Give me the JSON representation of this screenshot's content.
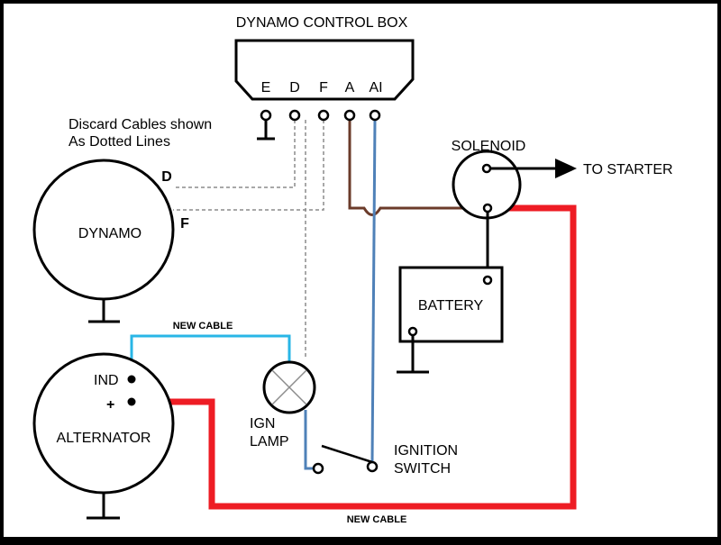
{
  "title": "DYNAMO CONTROL BOX",
  "terminals": [
    "E",
    "D",
    "F",
    "A",
    "AI"
  ],
  "note_line1": "Discard Cables shown",
  "note_line2": "As Dotted Lines",
  "dynamo": {
    "label": "DYNAMO",
    "term_d": "D",
    "term_f": "F"
  },
  "solenoid": {
    "label": "SOLENOID"
  },
  "to_starter": "TO STARTER",
  "battery": {
    "label": "BATTERY"
  },
  "new_cable_top": "NEW CABLE",
  "new_cable_bottom": "NEW CABLE",
  "alternator": {
    "label": "ALTERNATOR",
    "ind": "IND",
    "plus": "+"
  },
  "ign_lamp": {
    "line1": "IGN",
    "line2": "LAMP"
  },
  "ignition_switch": {
    "line1": "IGNITION",
    "line2": "SWITCH"
  },
  "colors": {
    "red": "#ee1c24",
    "brown": "#6b3b2a",
    "blue": "#4f81b8",
    "cyan": "#29b6e6",
    "gray": "#8c8c8c"
  }
}
